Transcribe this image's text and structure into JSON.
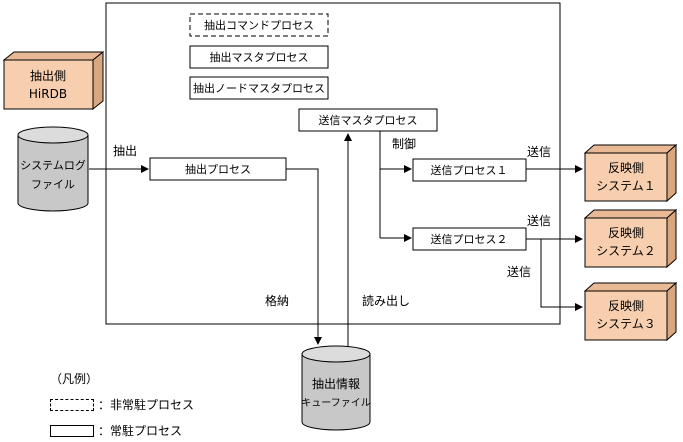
{
  "colors": {
    "system_box_fill": "#f7cfae",
    "system_box_side": "#d9a77f",
    "cylinder_fill": "#c8c8c8",
    "line": "#000000"
  },
  "nodes": {
    "hirdb": {
      "line1": "抽出側",
      "line2": "HiRDB"
    },
    "system_log": {
      "line1": "システムログ",
      "line2": "ファイル"
    },
    "extract_command": "抽出コマンドプロセス",
    "extract_master": "抽出マスタプロセス",
    "extract_node_master": "抽出ノードマスタプロセス",
    "extract_process": "抽出プロセス",
    "send_master": "送信マスタプロセス",
    "send_process_1": "送信プロセス１",
    "send_process_2": "送信プロセス２",
    "queue_file": {
      "line1": "抽出情報",
      "line2": "キューファイル"
    },
    "target_1": {
      "line1": "反映側",
      "line2": "システム１"
    },
    "target_2": {
      "line1": "反映側",
      "line2": "システム２"
    },
    "target_3": {
      "line1": "反映側",
      "line2": "システム３"
    }
  },
  "edge_labels": {
    "extract": "抽出",
    "control": "制御",
    "send_1": "送信",
    "send_2": "送信",
    "send_3": "送信",
    "store": "格納",
    "read": "読み出し"
  },
  "legend": {
    "title": "（凡例）",
    "non_resident": "：非常駐プロセス",
    "resident": "：常駐プロセス"
  }
}
